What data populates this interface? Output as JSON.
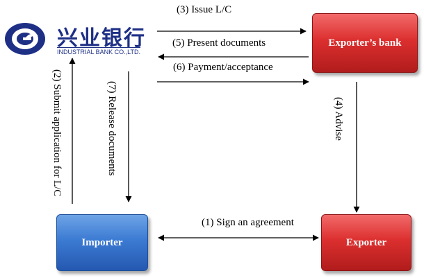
{
  "logo": {
    "name_cn": "兴业银行",
    "name_en": "INDUSTRIAL BANK CO.,LTD.",
    "color": "#1e2f86"
  },
  "nodes": {
    "exporters_bank": "Exporter’s bank",
    "importer": "Importer",
    "exporter": "Exporter"
  },
  "steps": {
    "issue_lc": "(3) Issue L/C",
    "present_documents": "(5) Present documents",
    "payment_acceptance": "(6) Payment/acceptance",
    "advise": "(4) Advise",
    "sign_agreement": "(1) Sign an agreement",
    "submit_application": "(2) Submit application for L/C",
    "release_documents": "(7) Release documents"
  },
  "colors": {
    "red_node": "#dc2f2f",
    "blue_node": "#3c7bd3",
    "arrow": "#000000"
  }
}
